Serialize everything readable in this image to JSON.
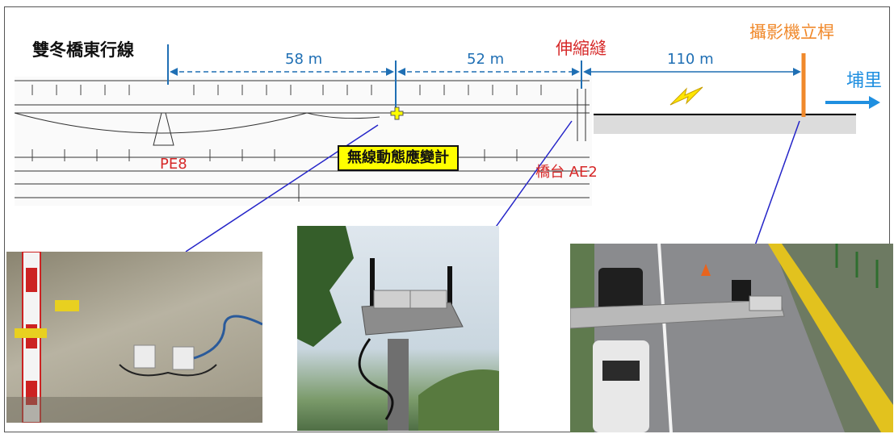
{
  "title": "雙冬橋東行線",
  "dimensions": {
    "span1": "58 m",
    "span2": "52 m",
    "span3": "110 m"
  },
  "labels": {
    "expansion_joint": "伸縮縫",
    "camera_pole": "攝影機立桿",
    "direction": "埔里",
    "pier": "PE8",
    "abutment": "橋台 AE2",
    "sensor": "無線動態應變計"
  },
  "colors": {
    "dim_blue": "#1f6fb4",
    "red": "#d62828",
    "orange": "#f0892b",
    "yellow": "#ffff00",
    "leader": "#2424c8"
  },
  "icons": [
    "lightning-icon",
    "arrow-right-icon",
    "cross-marker-icon"
  ]
}
